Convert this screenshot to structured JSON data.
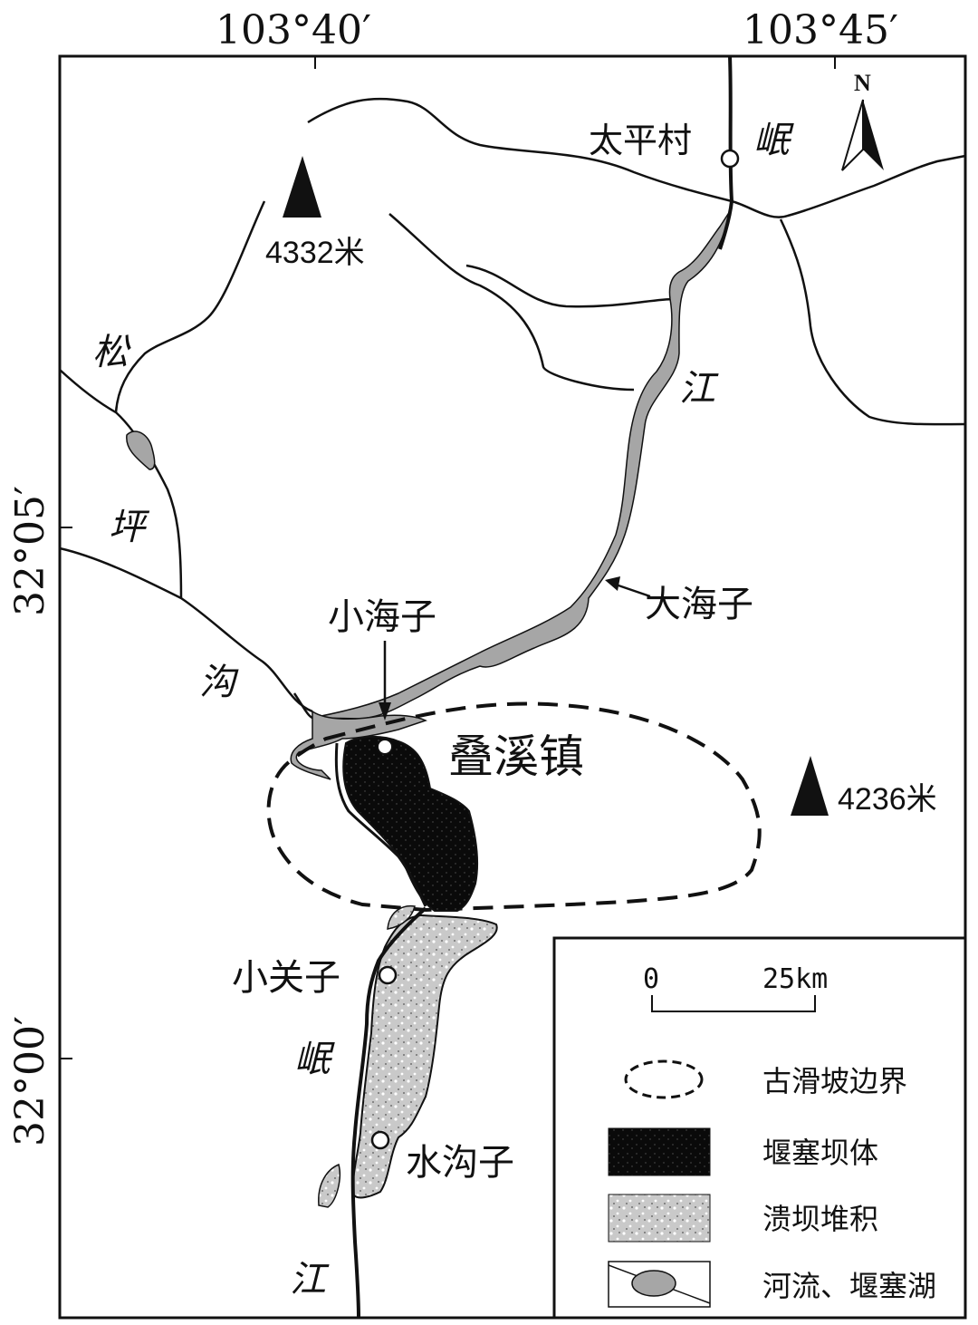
{
  "coordinates": {
    "lon_left": "103°40′",
    "lon_right": "103°45′",
    "lat_top": "32°05′",
    "lat_bottom": "32°00′"
  },
  "north_label": "N",
  "places": {
    "taiping": "太平村",
    "xiaohaizi": "小海子",
    "dahaizi": "大海子",
    "diexi": "叠溪镇",
    "xiaoguanzi": "小关子",
    "shuigouzi": "水沟子"
  },
  "rivers": {
    "min_top": "岷",
    "jiang_mid": "江",
    "song": "松",
    "ping": "坪",
    "gou": "沟",
    "min_bottom": "岷",
    "jiang_bottom": "江"
  },
  "peaks": {
    "peak_nw": "4332米",
    "peak_e": "4236米"
  },
  "scale": {
    "zero": "0",
    "end": "25km"
  },
  "legend": {
    "items": [
      {
        "label": "古滑坡边界",
        "symbol": "dashed-ellipse"
      },
      {
        "label": "堰塞坝体",
        "symbol": "black-fill"
      },
      {
        "label": "溃坝堆积",
        "symbol": "dotted-fill"
      },
      {
        "label": "河流、堰塞湖",
        "symbol": "river-lake"
      }
    ]
  },
  "colors": {
    "lake": "#a6a6a6",
    "dam": "#0a0a0a",
    "debris": "#cfcfcf",
    "line": "#111111"
  }
}
